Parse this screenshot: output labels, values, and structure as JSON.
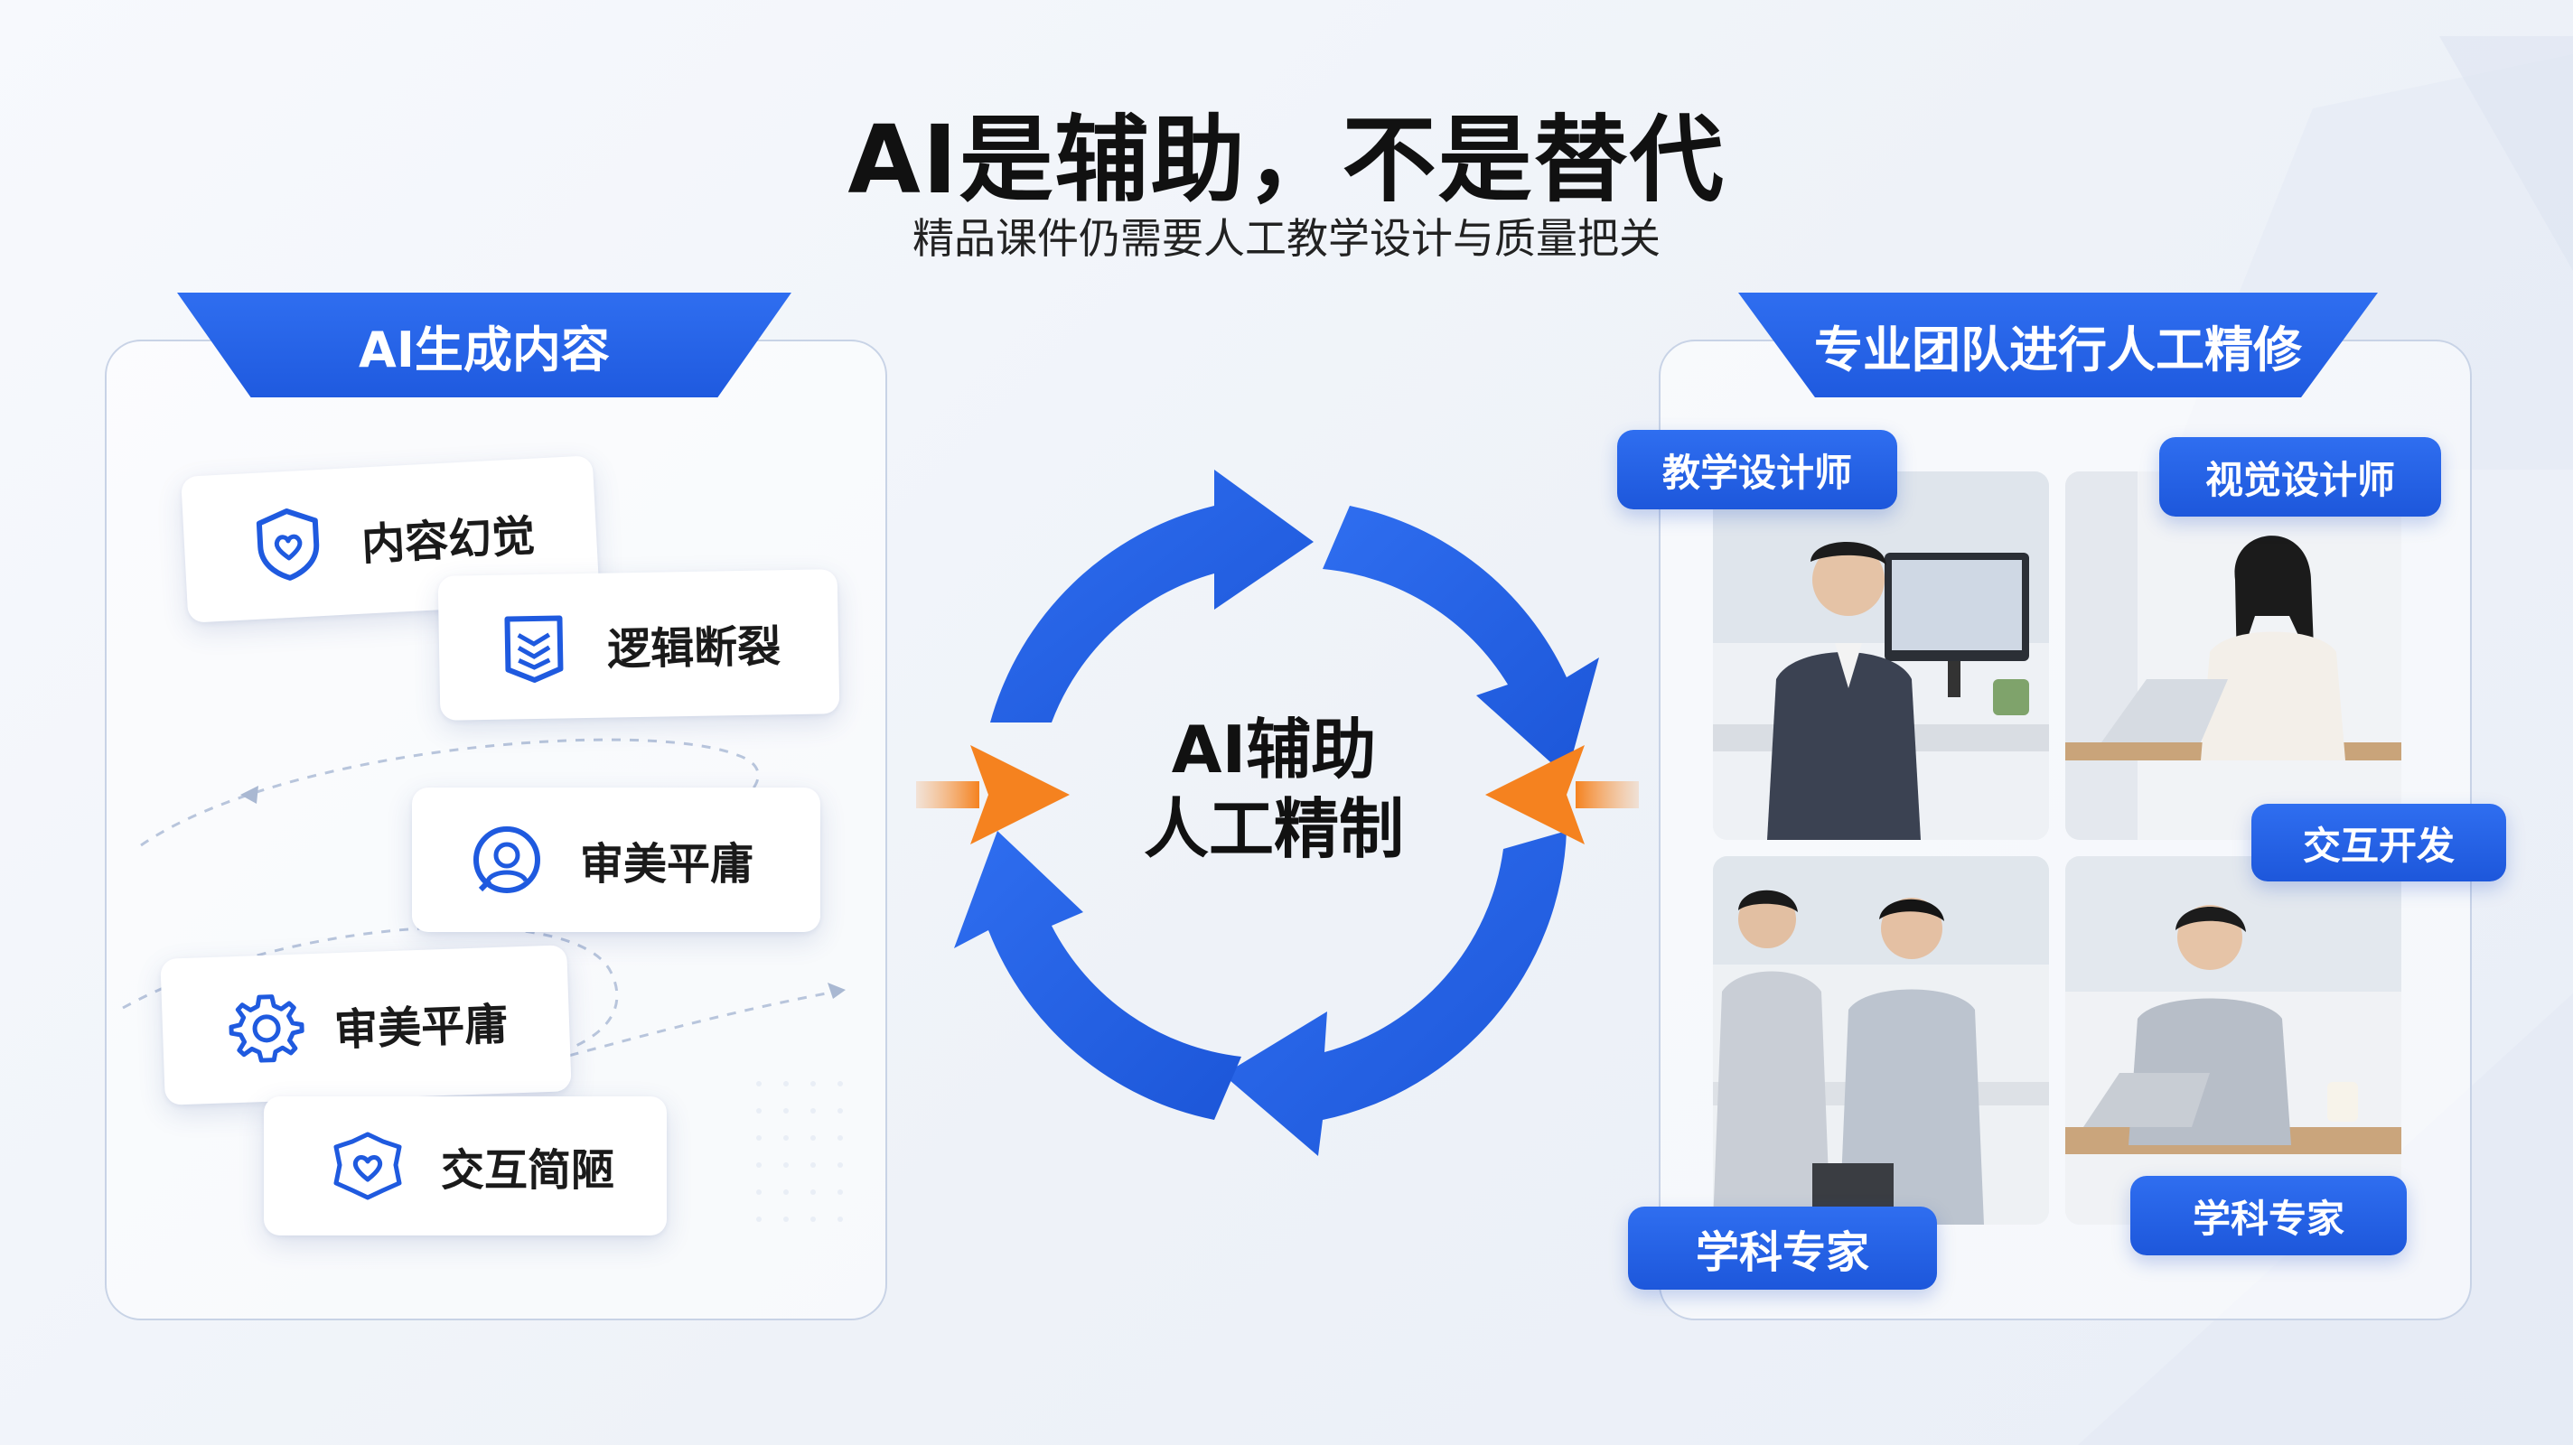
{
  "title": "AI是辅助，不是替代",
  "subtitle": "精品课件仍需要人工教学设计与质量把关",
  "left_panel": {
    "header": "AI生成内容",
    "cards": [
      {
        "label": "内容幻觉",
        "icon": "shield-heart-icon"
      },
      {
        "label": "逻辑断裂",
        "icon": "layers-check-icon"
      },
      {
        "label": "审美平庸",
        "icon": "user-circle-icon"
      },
      {
        "label": "审美平庸",
        "icon": "gear-icon"
      },
      {
        "label": "交互简陋",
        "icon": "badge-heart-icon"
      }
    ]
  },
  "center": {
    "line1": "AI辅助",
    "line2": "人工精制"
  },
  "right_panel": {
    "header": "专业团队进行人工精修",
    "roles": [
      "教学设计师",
      "视觉设计师",
      "交互开发",
      "学科专家",
      "学科专家"
    ]
  },
  "colors": {
    "primary_blue": "#2563eb",
    "accent_orange": "#f5821f",
    "panel_border": "#c8d3e6"
  }
}
